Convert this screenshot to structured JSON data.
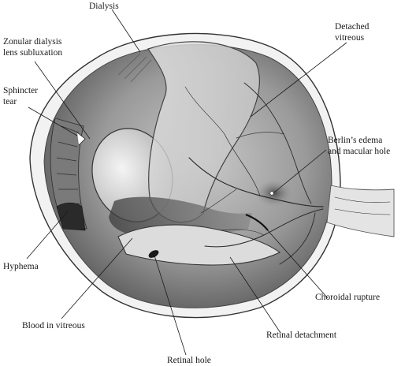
{
  "labels": {
    "dialysis": "Dialysis",
    "zonular_line1": "Zonular dialysis",
    "zonular_line2": "lens subluxation",
    "sphincter_line1": "Sphincter",
    "sphincter_line2": "tear",
    "detached_line1": "Detached",
    "detached_line2": "vitreous",
    "berlin_line1": "Berlin’s edema",
    "berlin_line2": "and macular hole",
    "hyphema": "Hyphema",
    "choroidal_rupture": "Choroidal rupture",
    "blood_in_vitreous": "Blood in vitreous",
    "retinal_detachment": "Retinal detachment",
    "retinal_hole": "Retinal hole"
  }
}
